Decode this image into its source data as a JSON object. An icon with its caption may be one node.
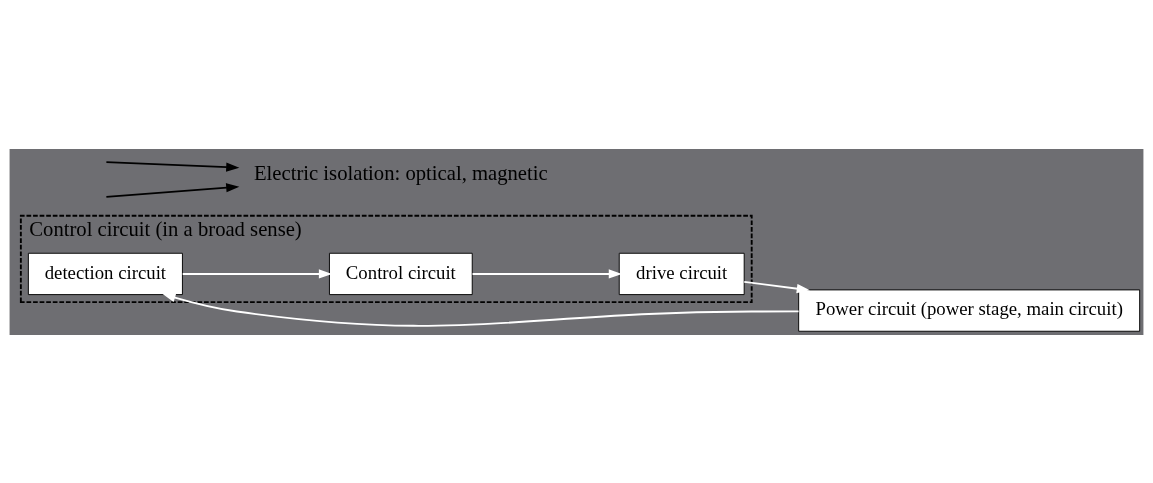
{
  "diagram": {
    "nodes": [
      {
        "text": [
          "Control circuit (in a broad sense)"
        ]
      },
      {
        "text": [
          "Control circuit"
        ],
        "in": 0
      },
      {
        "text": [
          "detection circuit"
        ],
        "in": 0
      },
      {
        "text": [
          "drive circuit"
        ],
        "in": 0
      },
      {
        "text": [
          "Power circuit (power stage, main circuit)"
        ]
      },
      {
        "text": [
          "Electric isolation: optical, magnetic"
        ]
      }
    ],
    "edges": [
      {
        "from": 2,
        "to": 1,
        "arrow": "to"
      },
      {
        "from": 1,
        "to": 3,
        "arrow": "to"
      },
      {
        "from": 3,
        "to": 4,
        "arrow": "to"
      },
      {
        "from": 4,
        "to": 2,
        "arrow": "to"
      },
      {
        "from": null,
        "to": 5,
        "arrow": "to",
        "color": "#000000"
      },
      {
        "from": null,
        "to": 5,
        "arrow": "to",
        "color": "#000000"
      }
    ]
  }
}
